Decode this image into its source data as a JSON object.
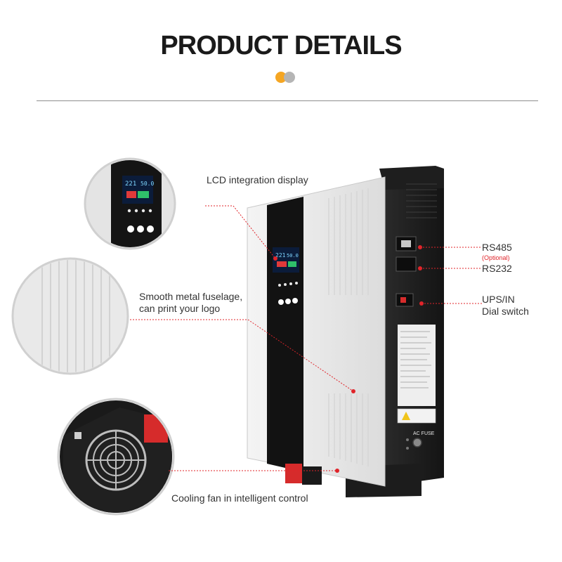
{
  "header": {
    "title": "PRODUCT DETAILS"
  },
  "colors": {
    "accent_orange": "#f5a623",
    "accent_gray": "#b5b5b5",
    "callout_red": "#e0242a",
    "panel_black": "#121212",
    "casing_white": "#ececec"
  },
  "callouts": {
    "lcd": "LCD integration display",
    "fuselage_line1": "Smooth metal fuselage,",
    "fuselage_line2": "can print your logo",
    "fan": "Cooling fan in intelligent control",
    "rs485": "RS485",
    "rs485_note": "(Optional)",
    "rs232": "RS232",
    "ups_line1": "UPS/IN",
    "ups_line2": "Dial switch"
  },
  "lcd_readout": {
    "left": "221",
    "right": "50.0"
  },
  "panel_caption": "AC FUSE"
}
